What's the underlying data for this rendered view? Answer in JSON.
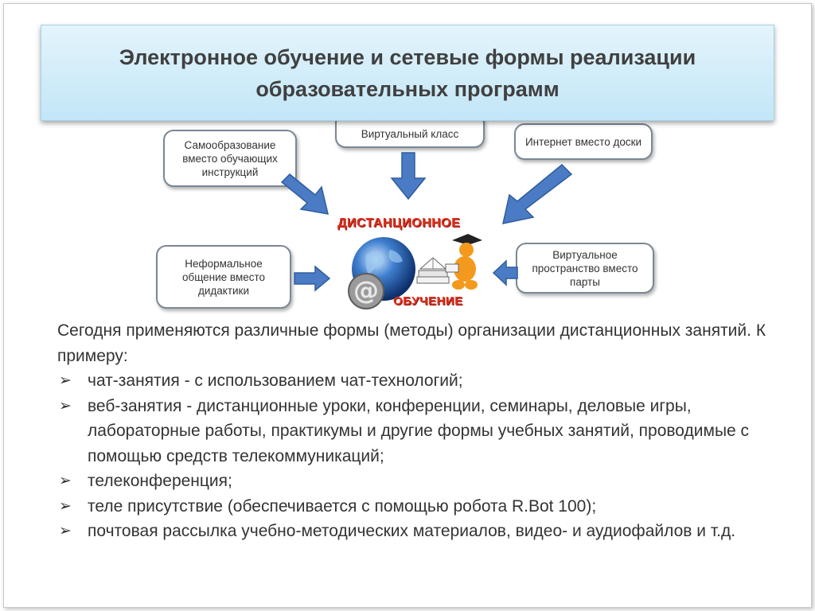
{
  "title": {
    "line1": "Электронное обучение и сетевые формы реализации",
    "line2": "образовательных программ"
  },
  "diagram": {
    "center": {
      "top_label": "ДИСТАНЦИОННОЕ",
      "bottom_label": "ОБУЧЕНИЕ"
    },
    "nodes": {
      "self_education": "Самообразование вместо обучающих инструкций",
      "virtual_class": "Виртуальный класс",
      "internet_board": "Интернет вместо доски",
      "informal": "Неформальное общение вместо дидактики",
      "virtual_space": "Виртуальное пространство вместо парты"
    },
    "colors": {
      "arrow": "#4a7bc4",
      "node_border": "#7a8895",
      "title_bg": "#c2e6f7",
      "center_text": "#e0301e"
    }
  },
  "body": {
    "intro": "Сегодня применяются различные формы (методы) организации дистанционных занятий. К примеру:",
    "bullet_mark": "➢",
    "bullets": [
      "чат-занятия - с использованием чат-технологий;",
      "веб-занятия - дистанционные уроки, конференции, семинары, деловые игры, лабораторные работы, практикумы и другие формы учебных занятий, проводимые с помощью средств телекоммуникаций;",
      "телеконференция;",
      "теле присутствие (обеспечивается с помощью робота R.Bot 100);",
      "почтовая рассылка учебно-методических материалов, видео- и аудиофайлов и т.д."
    ]
  }
}
